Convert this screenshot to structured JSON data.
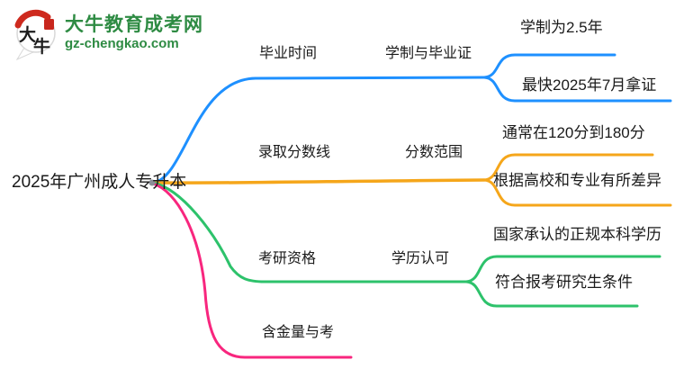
{
  "logo": {
    "mark_char_1": "大",
    "mark_char_2": "牛",
    "site_name": "大牛教育成考网",
    "site_domain": "gz-chengkao.com",
    "brand_green": "#2E8B43",
    "brand_red": "#CE2A1E"
  },
  "mindmap": {
    "root_label": "2025年广州成人专升本",
    "colors": {
      "blue": "#1E90FF",
      "orange": "#F5A61A",
      "green": "#2DC26B",
      "pink": "#F8267E",
      "node_text": "#1A1A1A",
      "junction": "#8A8F98"
    },
    "branches": [
      {
        "label": "毕业时间",
        "child": "学制与毕业证",
        "leaves": [
          "学制为2.5年",
          "最快2025年7月拿证"
        ]
      },
      {
        "label": "录取分数线",
        "child": "分数范围",
        "leaves": [
          "通常在120分到180分",
          "根据高校和专业有所差异"
        ]
      },
      {
        "label": "考研资格",
        "child": "学历认可",
        "leaves": [
          "国家承认的正规本科学历",
          "符合报考研究生条件"
        ]
      },
      {
        "label": "含金量与考",
        "child": "",
        "leaves": []
      }
    ]
  }
}
